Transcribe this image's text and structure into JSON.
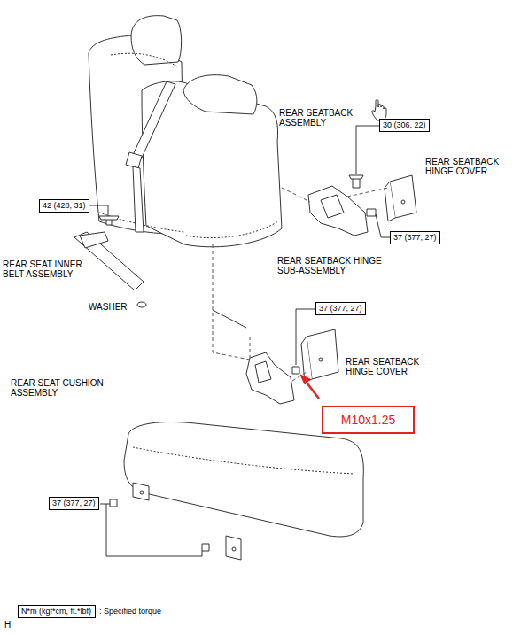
{
  "diagram": {
    "nodes": [
      {
        "text": [
          "30 (306, 22)"
        ]
      },
      {
        "text": [
          "42 (428, 31)"
        ]
      },
      {
        "text": [
          "37 (377, 27)"
        ]
      },
      {
        "text": [
          "37 (377, 27)"
        ]
      },
      {
        "text": [
          "M10x1.25"
        ]
      },
      {
        "text": [
          "37 (377, 27)"
        ]
      },
      {
        "text": [
          "N*m (kgf*cm, ft.*lbf)",
          ": Specified torque"
        ]
      }
    ],
    "labels": [
      "REAR SEATBACK ASSEMBLY",
      "REAR SEATBACK HINGE COVER",
      "REAR SEAT INNER BELT ASSEMBLY",
      "REAR SEATBACK HINGE SUB-ASSEMBLY",
      "WASHER",
      "REAR SEATBACK HINGE COVER",
      "REAR SEAT CUSHION ASSEMBLY",
      "H"
    ]
  }
}
